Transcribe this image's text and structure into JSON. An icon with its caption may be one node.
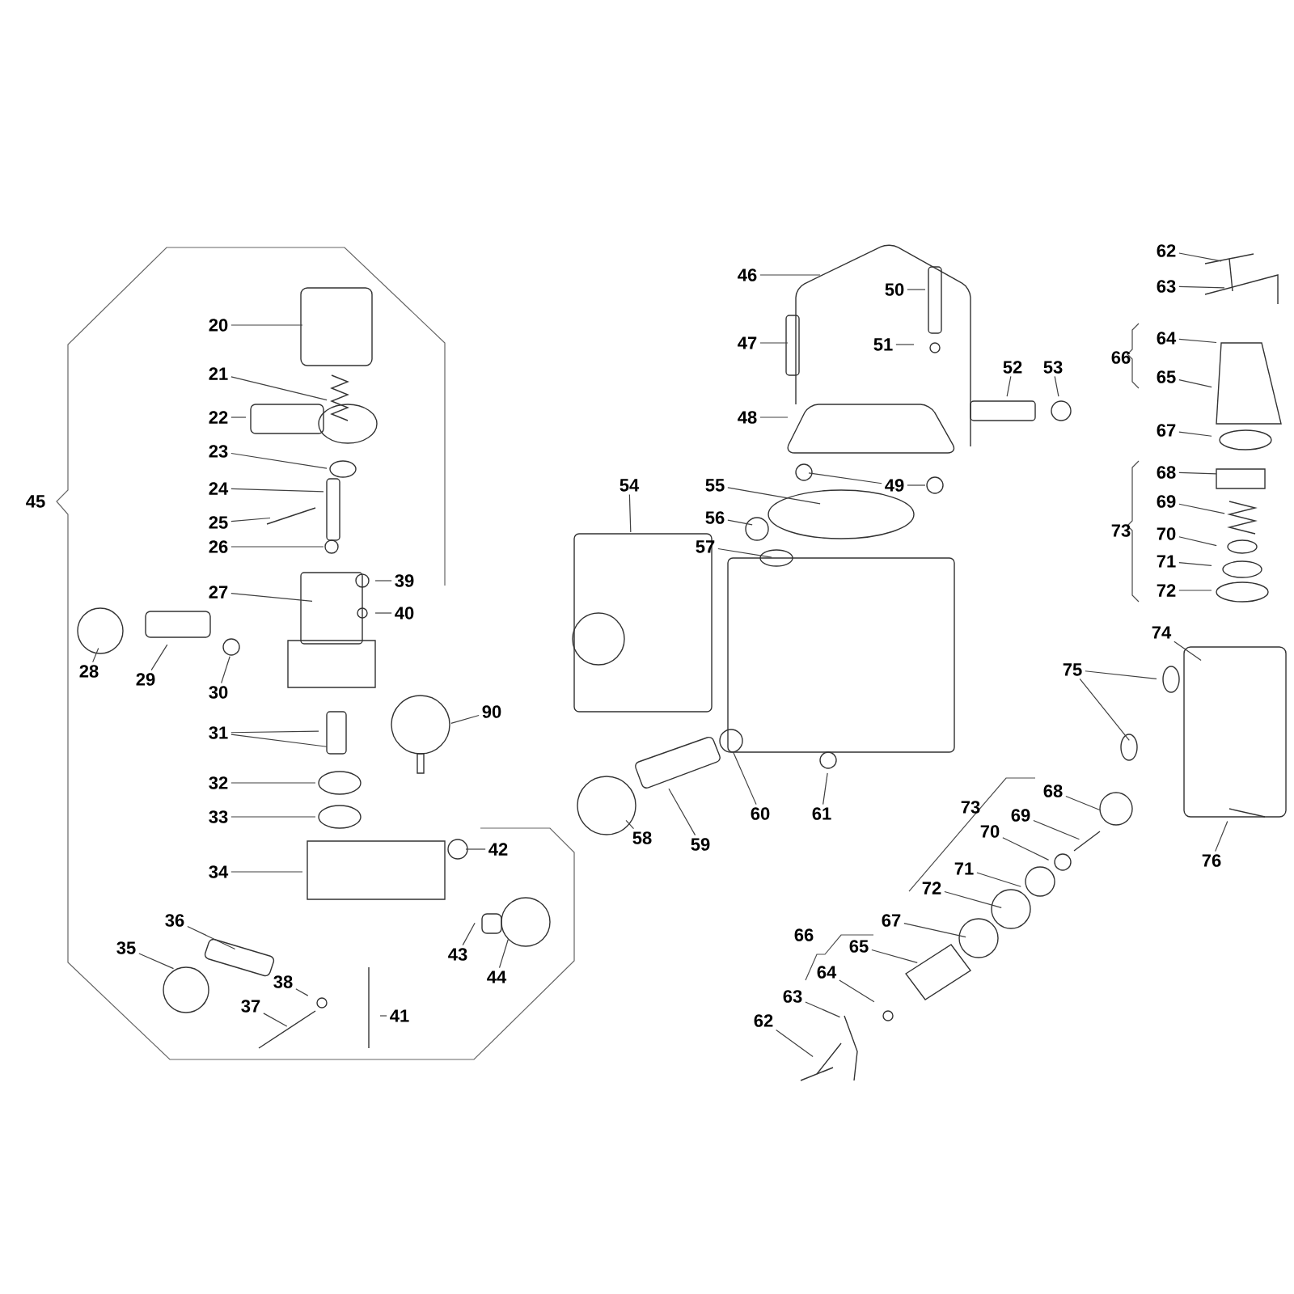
{
  "diagram": {
    "nodes": [
      {
        "text": [
          "20"
        ]
      },
      {
        "text": [
          "21"
        ]
      },
      {
        "text": [
          "22"
        ]
      },
      {
        "text": [
          "23"
        ]
      },
      {
        "text": [
          "24"
        ]
      },
      {
        "text": [
          "25"
        ]
      },
      {
        "text": [
          "26"
        ]
      },
      {
        "text": [
          "27"
        ]
      },
      {
        "text": [
          "39"
        ]
      },
      {
        "text": [
          "40"
        ]
      },
      {
        "text": [
          "28"
        ]
      },
      {
        "text": [
          "29"
        ]
      },
      {
        "text": [
          "30"
        ]
      },
      {
        "text": [
          "90"
        ]
      },
      {
        "text": [
          "31"
        ]
      },
      {
        "text": [
          "32"
        ]
      },
      {
        "text": [
          "33"
        ]
      },
      {
        "text": [
          "42"
        ]
      },
      {
        "text": [
          "34"
        ]
      },
      {
        "text": [
          "36"
        ]
      },
      {
        "text": [
          "35"
        ]
      },
      {
        "text": [
          "43"
        ]
      },
      {
        "text": [
          "44"
        ]
      },
      {
        "text": [
          "38"
        ]
      },
      {
        "text": [
          "37"
        ]
      },
      {
        "text": [
          "41"
        ]
      },
      {
        "text": [
          "62"
        ]
      },
      {
        "text": [
          "46"
        ]
      },
      {
        "text": [
          "63"
        ]
      },
      {
        "text": [
          "50"
        ]
      },
      {
        "text": [
          "64"
        ]
      },
      {
        "text": [
          "47"
        ]
      },
      {
        "text": [
          "51"
        ]
      },
      {
        "text": [
          "52"
        ]
      },
      {
        "text": [
          "53"
        ]
      },
      {
        "text": [
          "65"
        ]
      },
      {
        "text": [
          "48"
        ]
      },
      {
        "text": [
          "67"
        ]
      },
      {
        "text": [
          "68"
        ]
      },
      {
        "text": [
          "49"
        ]
      },
      {
        "text": [
          "54"
        ]
      },
      {
        "text": [
          "55"
        ]
      },
      {
        "text": [
          "69"
        ]
      },
      {
        "text": [
          "56"
        ]
      },
      {
        "text": [
          "70"
        ]
      },
      {
        "text": [
          "57"
        ]
      },
      {
        "text": [
          "71"
        ]
      },
      {
        "text": [
          "72"
        ]
      },
      {
        "text": [
          "74"
        ]
      },
      {
        "text": [
          "75"
        ]
      },
      {
        "text": [
          "68"
        ]
      },
      {
        "text": [
          "60"
        ]
      },
      {
        "text": [
          "61"
        ]
      },
      {
        "text": [
          "69"
        ]
      },
      {
        "text": [
          "58"
        ]
      },
      {
        "text": [
          "59"
        ]
      },
      {
        "text": [
          "70"
        ]
      },
      {
        "text": [
          "76"
        ]
      },
      {
        "text": [
          "71"
        ]
      },
      {
        "text": [
          "72"
        ]
      },
      {
        "text": [
          "67"
        ]
      },
      {
        "text": [
          "65"
        ]
      },
      {
        "text": [
          "64"
        ]
      },
      {
        "text": [
          "63"
        ]
      },
      {
        "text": [
          "62"
        ]
      }
    ],
    "edges": [
      {
        "from": 0,
        "to": null,
        "arrow": "none"
      },
      {
        "from": 1,
        "to": null,
        "arrow": "none"
      },
      {
        "from": 2,
        "to": null,
        "arrow": "none"
      },
      {
        "from": 3,
        "to": null,
        "arrow": "none"
      },
      {
        "from": 4,
        "to": null,
        "arrow": "none"
      },
      {
        "from": 5,
        "to": null,
        "arrow": "none"
      },
      {
        "from": 6,
        "to": null,
        "arrow": "none"
      },
      {
        "from": 7,
        "to": null,
        "arrow": "none"
      },
      {
        "from": 8,
        "to": null,
        "arrow": "none"
      },
      {
        "from": 9,
        "to": null,
        "arrow": "none"
      },
      {
        "from": 10,
        "to": null,
        "arrow": "none"
      },
      {
        "from": 11,
        "to": null,
        "arrow": "none"
      },
      {
        "from": 12,
        "to": null,
        "arrow": "none"
      },
      {
        "from": 13,
        "to": null,
        "arrow": "none"
      },
      {
        "from": 14,
        "to": null,
        "arrow": "none"
      },
      {
        "from": 14,
        "to": null,
        "arrow": "none"
      },
      {
        "from": 15,
        "to": null,
        "arrow": "none"
      },
      {
        "from": 16,
        "to": null,
        "arrow": "none"
      },
      {
        "from": 17,
        "to": null,
        "arrow": "none"
      },
      {
        "from": 18,
        "to": null,
        "arrow": "none"
      },
      {
        "from": 19,
        "to": null,
        "arrow": "none"
      },
      {
        "from": 20,
        "to": null,
        "arrow": "none"
      },
      {
        "from": 21,
        "to": null,
        "arrow": "none"
      },
      {
        "from": 22,
        "to": null,
        "arrow": "none"
      },
      {
        "from": 23,
        "to": null,
        "arrow": "none"
      },
      {
        "from": 24,
        "to": null,
        "arrow": "none"
      },
      {
        "from": 25,
        "to": null,
        "arrow": "none"
      },
      {
        "from": 26,
        "to": null,
        "arrow": "none"
      },
      {
        "from": 27,
        "to": null,
        "arrow": "none"
      },
      {
        "from": 28,
        "to": null,
        "arrow": "none"
      },
      {
        "from": 29,
        "to": null,
        "arrow": "none"
      },
      {
        "from": 30,
        "to": null,
        "arrow": "none"
      },
      {
        "from": 31,
        "to": null,
        "arrow": "none"
      },
      {
        "from": 32,
        "to": null,
        "arrow": "none"
      },
      {
        "from": 33,
        "to": null,
        "arrow": "none"
      },
      {
        "from": 34,
        "to": null,
        "arrow": "none"
      },
      {
        "from": 35,
        "to": null,
        "arrow": "none"
      },
      {
        "from": 36,
        "to": null,
        "arrow": "none"
      },
      {
        "from": 37,
        "to": null,
        "arrow": "none"
      },
      {
        "from": 38,
        "to": null,
        "arrow": "none"
      },
      {
        "from": 39,
        "to": null,
        "arrow": "none"
      },
      {
        "from": 39,
        "to": null,
        "arrow": "none"
      },
      {
        "from": 40,
        "to": null,
        "arrow": "none"
      },
      {
        "from": 41,
        "to": null,
        "arrow": "none"
      },
      {
        "from": 42,
        "to": null,
        "arrow": "none"
      },
      {
        "from": 43,
        "to": null,
        "arrow": "none"
      },
      {
        "from": 44,
        "to": null,
        "arrow": "none"
      },
      {
        "from": 45,
        "to": null,
        "arrow": "none"
      },
      {
        "from": 46,
        "to": null,
        "arrow": "none"
      },
      {
        "from": 47,
        "to": null,
        "arrow": "none"
      },
      {
        "from": 48,
        "to": null,
        "arrow": "none"
      },
      {
        "from": 49,
        "to": null,
        "arrow": "none"
      },
      {
        "from": 49,
        "to": null,
        "arrow": "none"
      },
      {
        "from": 50,
        "to": null,
        "arrow": "none"
      },
      {
        "from": 51,
        "to": null,
        "arrow": "none"
      },
      {
        "from": 52,
        "to": null,
        "arrow": "none"
      },
      {
        "from": 53,
        "to": null,
        "arrow": "none"
      },
      {
        "from": 54,
        "to": null,
        "arrow": "none"
      },
      {
        "from": 55,
        "to": null,
        "arrow": "none"
      },
      {
        "from": 56,
        "to": null,
        "arrow": "none"
      },
      {
        "from": 57,
        "to": null,
        "arrow": "none"
      },
      {
        "from": 58,
        "to": null,
        "arrow": "none"
      },
      {
        "from": 59,
        "to": null,
        "arrow": "none"
      },
      {
        "from": 60,
        "to": null,
        "arrow": "none"
      },
      {
        "from": 61,
        "to": null,
        "arrow": "none"
      },
      {
        "from": 62,
        "to": null,
        "arrow": "none"
      },
      {
        "from": 63,
        "to": null,
        "arrow": "none"
      },
      {
        "from": 64,
        "to": null,
        "arrow": "none"
      }
    ],
    "labels": [
      "66",
      "45",
      "73",
      "73",
      "66"
    ]
  }
}
